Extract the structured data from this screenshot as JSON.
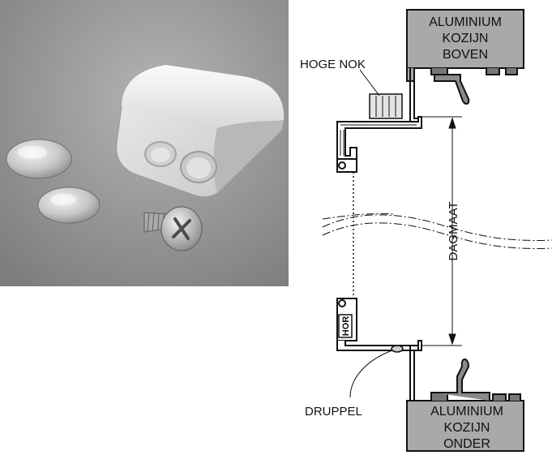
{
  "photo": {
    "items": [
      "hoge-nok-block-icon",
      "screw-icon",
      "bumper-pad-icon"
    ]
  },
  "diagram": {
    "frame_top": {
      "line1": "ALUMINIUM",
      "line2": "KOZIJN",
      "line3": "BOVEN"
    },
    "frame_bottom": {
      "line1": "ALUMINIUM",
      "line2": "KOZIJN",
      "line3": "ONDER"
    },
    "label_hoge_nok": "HOGE NOK",
    "label_druppel": "DRUPPEL",
    "label_hor": "HOR",
    "label_dagmaat": "DAGMAAT"
  },
  "colors": {
    "photo_background": "#8f8f8f",
    "frame_fill": "#a9a9a9",
    "profile_stroke": "#111111"
  }
}
